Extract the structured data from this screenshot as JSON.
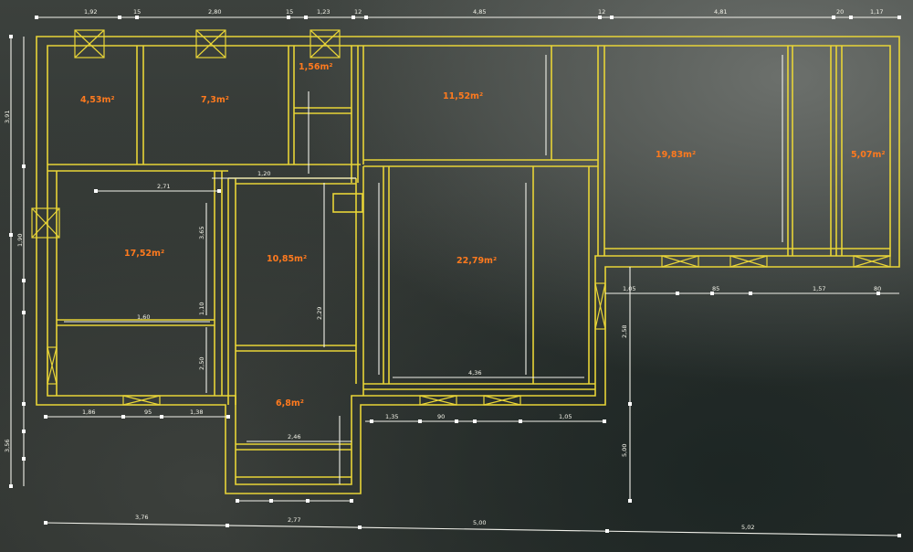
{
  "plan": {
    "top_dims": [
      "1,92",
      "15",
      "2,80",
      "15",
      "1,23",
      "12",
      "4,85",
      "12",
      "4,81",
      "20",
      "1,17"
    ],
    "bottom_dims": [
      "3,76",
      "2,77",
      "5,00",
      "5,02"
    ],
    "left_dims": [
      "3,91",
      "1,90",
      "3,56"
    ],
    "rooms": [
      {
        "id": "r1",
        "area": "4,53m²"
      },
      {
        "id": "r2",
        "area": "7,3m²"
      },
      {
        "id": "r3",
        "area": "1,56m²"
      },
      {
        "id": "r4",
        "area": "11,52m²"
      },
      {
        "id": "r5",
        "area": "19,83m²"
      },
      {
        "id": "r6",
        "area": "5,07m²"
      },
      {
        "id": "r7",
        "area": "17,52m²"
      },
      {
        "id": "r8",
        "area": "10,85m²"
      },
      {
        "id": "r9",
        "area": "22,79m²"
      },
      {
        "id": "r10",
        "area": "6,8m²"
      }
    ],
    "inner_dims": {
      "d271": "2,71",
      "d120": "1,20",
      "d365": "3,65",
      "d1102": "1,10",
      "d250": "2,50",
      "d160": "1,60",
      "d95": "95",
      "d138": "1,38",
      "d186": "1,86",
      "d135": "1,35",
      "d90": "90",
      "d436": "4,36",
      "d105a": "1,05",
      "d105b": "1,05",
      "d157": "1,57",
      "d80": "80",
      "d85": "85",
      "d258": "2,58",
      "d500": "5,00",
      "d246": "2,46",
      "d229": "2,29"
    }
  }
}
